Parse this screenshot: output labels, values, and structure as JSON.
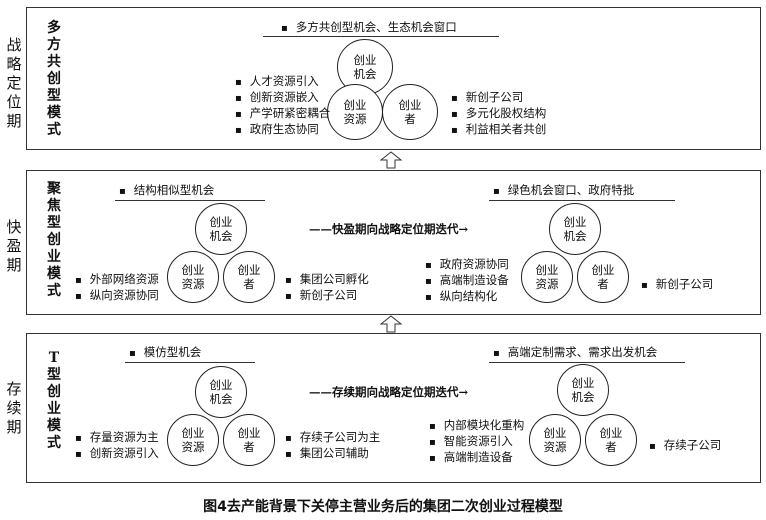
{
  "stages": [
    {
      "stage_label": "战略定位期",
      "model_title": "多方共创型模式",
      "circles": {
        "top": "创业\n机会",
        "left": "创业\n资源",
        "right": "创业\n者"
      },
      "top_items": [
        "多方共创型机会、生态机会窗口"
      ],
      "left_items": [
        "人才资源引入",
        "创新资源嵌入",
        "产学研紧密耦合",
        "政府生态协同"
      ],
      "right_items": [
        "新创子公司",
        "多元化股权结构",
        "利益相关者共创"
      ]
    },
    {
      "stage_label": "快盈期",
      "model_title": "聚焦型创业模式",
      "left_group": {
        "circles": {
          "top": "创业\n机会",
          "left": "创业\n资源",
          "right": "创业\n者"
        },
        "top_items": [
          "结构相似型机会"
        ],
        "left_items": [
          "外部网络资源",
          "纵向资源协同"
        ],
        "right_items": [
          "集团公司孵化",
          "新创子公司"
        ]
      },
      "transition": "——快盈期向战略定位期迭代→",
      "right_group": {
        "circles": {
          "top": "创业\n机会",
          "left": "创业\n资源",
          "right": "创业\n者"
        },
        "top_items": [
          "绿色机会窗口、政府特批"
        ],
        "left_items": [
          "政府资源协同",
          "高端制造设备",
          "纵向结构化"
        ],
        "right_items": [
          "新创子公司"
        ]
      }
    },
    {
      "stage_label": "存续期",
      "model_title": "T型创业模式",
      "left_group": {
        "circles": {
          "top": "创业\n机会",
          "left": "创业\n资源",
          "right": "创业\n者"
        },
        "top_items": [
          "模仿型机会"
        ],
        "left_items": [
          "存量资源为主",
          "创新资源引入"
        ],
        "right_items": [
          "存续子公司为主",
          "集团公司辅助"
        ]
      },
      "transition": "——存续期向战略定位期迭代→",
      "right_group": {
        "circles": {
          "top": "创业\n机会",
          "left": "创业\n资源",
          "right": "创业\n者"
        },
        "top_items": [
          "高端定制需求、需求出发机会"
        ],
        "left_items": [
          "内部模块化重构",
          "智能资源引入",
          "高端制造设备"
        ],
        "right_items": [
          "存续子公司"
        ]
      }
    }
  ],
  "caption": "图4去产能背景下关停主营业务后的集团二次创业过程模型"
}
